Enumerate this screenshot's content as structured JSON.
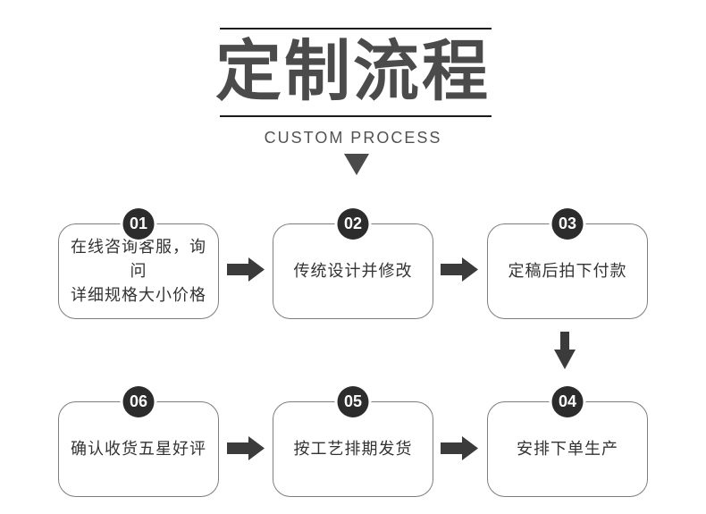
{
  "header": {
    "title": "定制流程",
    "subtitle": "CUSTOM PROCESS"
  },
  "steps": [
    {
      "number": "01",
      "line1": "在线咨询客服，询问",
      "line2": "详细规格大小价格"
    },
    {
      "number": "02",
      "line1": "传统设计并修改"
    },
    {
      "number": "03",
      "line1": "定稿后拍下付款"
    },
    {
      "number": "04",
      "line1": "安排下单生产"
    },
    {
      "number": "05",
      "line1": "按工艺排期发货"
    },
    {
      "number": "06",
      "line1": "确认收货五星好评"
    }
  ],
  "icons": {
    "triangle_down": "▼",
    "arrow_right": "➡",
    "arrow_down": "⬇"
  },
  "colors": {
    "title": "#4b4b4b",
    "divider": "#1b1b1b",
    "badge": "#2c2c2c",
    "arrow": "#3b3b3b",
    "box_border": "#7d7d7d",
    "box_text": "#333333",
    "background": "#ffffff"
  }
}
